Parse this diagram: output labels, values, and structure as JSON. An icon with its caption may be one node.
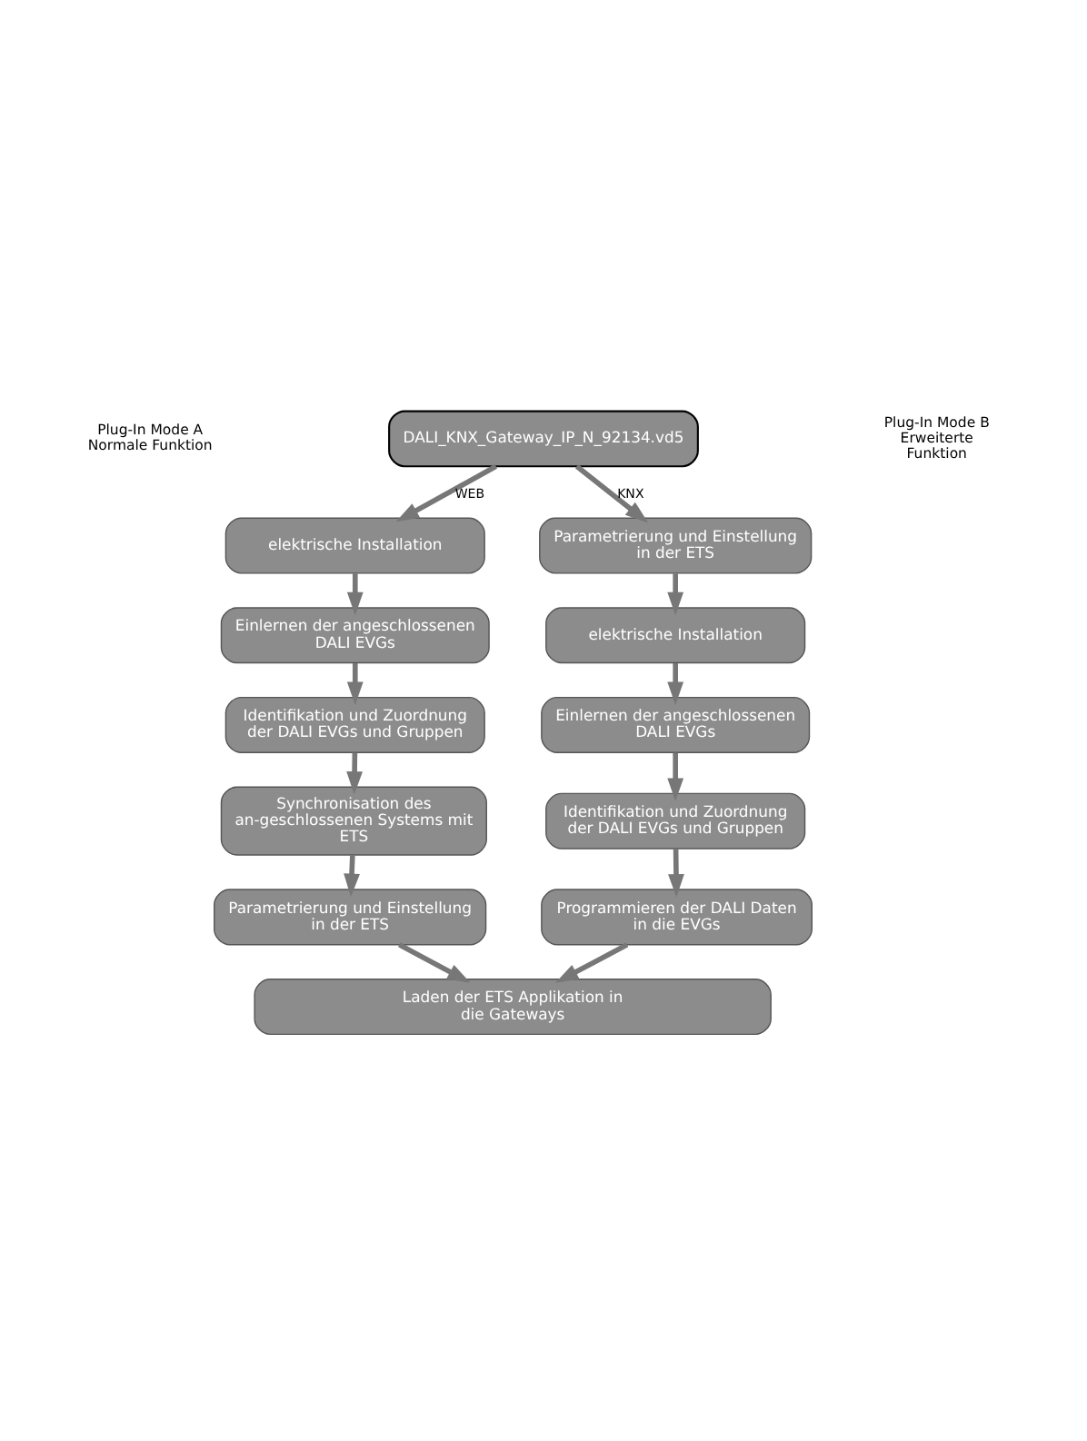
{
  "diagram": {
    "nodes": [
      {
        "text": [
          "DALI_KNX_Gateway_IP_N_92134.vd5"
        ]
      },
      {
        "text": [
          "elektrische Installation"
        ]
      },
      {
        "text": [
          "Einlernen der angeschlossenen DALI EVGs"
        ]
      },
      {
        "text": [
          "Identifikation und Zuordnung der DALI EVGs und Gruppen"
        ]
      },
      {
        "text": [
          "Synchronisation des an-geschlossenen Systems mit ETS"
        ]
      },
      {
        "text": [
          "Parametrierung und Einstellung in der ETS"
        ]
      },
      {
        "text": [
          "Parametrierung und Einstellung in der ETS"
        ]
      },
      {
        "text": [
          "elektrische Installation"
        ]
      },
      {
        "text": [
          "Einlernen der angeschlossenen DALI EVGs"
        ]
      },
      {
        "text": [
          "Identifikation und Zuordnung der DALI EVGs und Gruppen"
        ]
      },
      {
        "text": [
          "Programmieren der DALI Daten in die EVGs"
        ]
      },
      {
        "text": [
          "Laden der ETS Applikation in die Gateways"
        ]
      }
    ],
    "edges": [
      {
        "from": 0,
        "to": 1,
        "arrow": "to",
        "label": "WEB"
      },
      {
        "from": 0,
        "to": 6,
        "arrow": "to",
        "label": "KNX"
      },
      {
        "from": 1,
        "to": 2,
        "arrow": "to"
      },
      {
        "from": 2,
        "to": 3,
        "arrow": "to"
      },
      {
        "from": 3,
        "to": 4,
        "arrow": "to"
      },
      {
        "from": 4,
        "to": 5,
        "arrow": "to"
      },
      {
        "from": 6,
        "to": 7,
        "arrow": "to"
      },
      {
        "from": 7,
        "to": 8,
        "arrow": "to"
      },
      {
        "from": 8,
        "to": 9,
        "arrow": "to"
      },
      {
        "from": 9,
        "to": 10,
        "arrow": "to"
      },
      {
        "from": 5,
        "to": 11,
        "arrow": "to"
      },
      {
        "from": 10,
        "to": 11,
        "arrow": "to"
      }
    ],
    "labels": [
      "Plug-In Mode A Normale Funktion",
      "Plug-In Mode B Erweiterte Funktion"
    ]
  }
}
